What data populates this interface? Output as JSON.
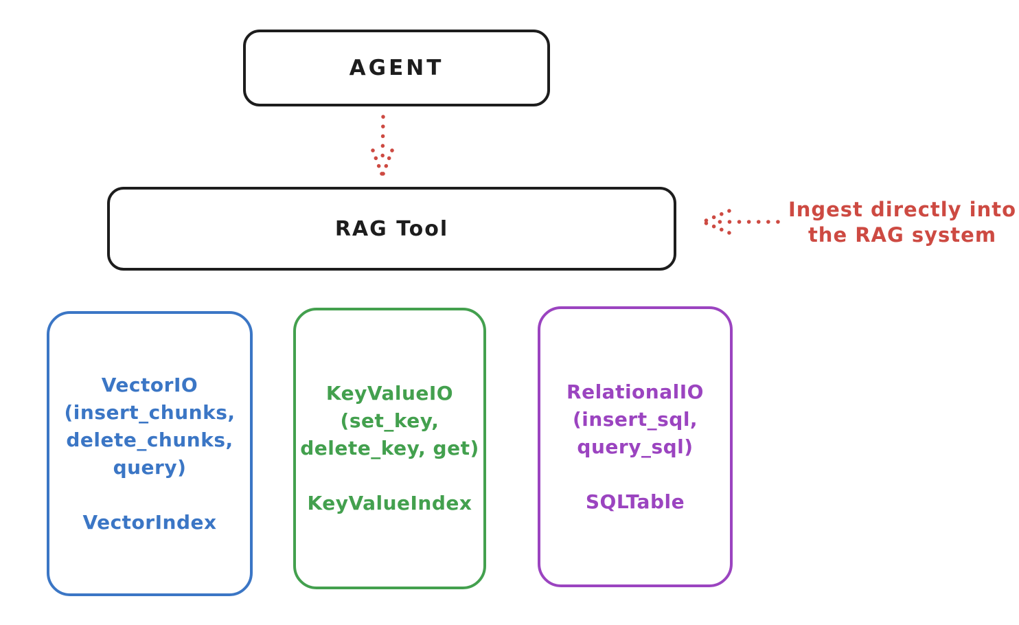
{
  "diagram": {
    "colors": {
      "ink": "#1d1d1d",
      "red": "#cd4a42",
      "blue": "#3b76c5",
      "green": "#43a04e",
      "purple": "#9b44c0"
    },
    "agent": {
      "label": "AGENT"
    },
    "rag_tool": {
      "label": "RAG Tool"
    },
    "annotation": {
      "line1": "Ingest directly into",
      "line2": "the RAG system"
    },
    "io_boxes": [
      {
        "title": "VectorIO",
        "method_lines": [
          "(insert_chunks,",
          "delete_chunks,",
          "query)"
        ],
        "index_label": "VectorIndex",
        "color": "#3b76c5"
      },
      {
        "title": "KeyValueIO",
        "method_lines": [
          "(set_key,",
          "delete_key, get)"
        ],
        "index_label": "KeyValueIndex",
        "color": "#43a04e"
      },
      {
        "title": "RelationalIO",
        "method_lines": [
          "(insert_sql,",
          "query_sql)"
        ],
        "index_label": "SQLTable",
        "color": "#9b44c0"
      }
    ]
  }
}
